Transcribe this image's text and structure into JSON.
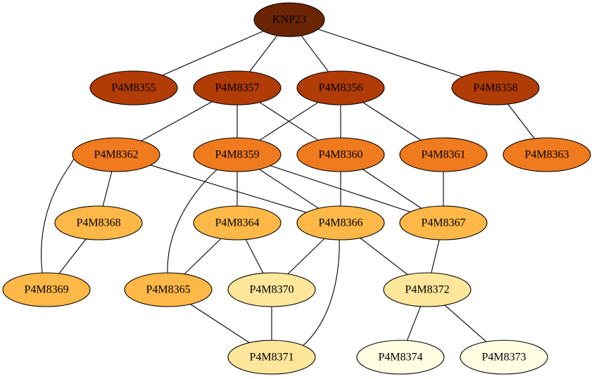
{
  "graph": {
    "palette": {
      "level0": "#6b2505",
      "level1": "#b23c05",
      "level2": "#f07a1e",
      "level3": "#fdb848",
      "level4": "#fee69a",
      "level5": "#fffde2"
    },
    "nodes": [
      {
        "id": "KNP23",
        "label": "KNP23",
        "level": "level0"
      },
      {
        "id": "P4M8355",
        "label": "P4M8355",
        "level": "level1"
      },
      {
        "id": "P4M8357",
        "label": "P4M8357",
        "level": "level1"
      },
      {
        "id": "P4M8356",
        "label": "P4M8356",
        "level": "level1"
      },
      {
        "id": "P4M8358",
        "label": "P4M8358",
        "level": "level1"
      },
      {
        "id": "P4M8362",
        "label": "P4M8362",
        "level": "level2"
      },
      {
        "id": "P4M8359",
        "label": "P4M8359",
        "level": "level2"
      },
      {
        "id": "P4M8360",
        "label": "P4M8360",
        "level": "level2"
      },
      {
        "id": "P4M8361",
        "label": "P4M8361",
        "level": "level2"
      },
      {
        "id": "P4M8363",
        "label": "P4M8363",
        "level": "level2"
      },
      {
        "id": "P4M8368",
        "label": "P4M8368",
        "level": "level3"
      },
      {
        "id": "P4M8364",
        "label": "P4M8364",
        "level": "level3"
      },
      {
        "id": "P4M8366",
        "label": "P4M8366",
        "level": "level3"
      },
      {
        "id": "P4M8367",
        "label": "P4M8367",
        "level": "level3"
      },
      {
        "id": "P4M8369",
        "label": "P4M8369",
        "level": "level3"
      },
      {
        "id": "P4M8365",
        "label": "P4M8365",
        "level": "level3"
      },
      {
        "id": "P4M8370",
        "label": "P4M8370",
        "level": "level4"
      },
      {
        "id": "P4M8372",
        "label": "P4M8372",
        "level": "level4"
      },
      {
        "id": "P4M8371",
        "label": "P4M8371",
        "level": "level4"
      },
      {
        "id": "P4M8374",
        "label": "P4M8374",
        "level": "level5"
      },
      {
        "id": "P4M8373",
        "label": "P4M8373",
        "level": "level5"
      }
    ],
    "edges": [
      {
        "from": "KNP23",
        "to": "P4M8355"
      },
      {
        "from": "KNP23",
        "to": "P4M8357"
      },
      {
        "from": "KNP23",
        "to": "P4M8356"
      },
      {
        "from": "KNP23",
        "to": "P4M8358"
      },
      {
        "from": "P4M8357",
        "to": "P4M8362"
      },
      {
        "from": "P4M8357",
        "to": "P4M8359"
      },
      {
        "from": "P4M8357",
        "to": "P4M8360"
      },
      {
        "from": "P4M8356",
        "to": "P4M8359"
      },
      {
        "from": "P4M8356",
        "to": "P4M8360"
      },
      {
        "from": "P4M8356",
        "to": "P4M8361"
      },
      {
        "from": "P4M8358",
        "to": "P4M8363"
      },
      {
        "from": "P4M8362",
        "to": "P4M8368"
      },
      {
        "from": "P4M8362",
        "to": "P4M8369"
      },
      {
        "from": "P4M8362",
        "to": "P4M8366"
      },
      {
        "from": "P4M8359",
        "to": "P4M8364"
      },
      {
        "from": "P4M8359",
        "to": "P4M8366"
      },
      {
        "from": "P4M8359",
        "to": "P4M8367"
      },
      {
        "from": "P4M8359",
        "to": "P4M8365"
      },
      {
        "from": "P4M8360",
        "to": "P4M8366"
      },
      {
        "from": "P4M8360",
        "to": "P4M8367"
      },
      {
        "from": "P4M8361",
        "to": "P4M8367"
      },
      {
        "from": "P4M8368",
        "to": "P4M8369"
      },
      {
        "from": "P4M8364",
        "to": "P4M8365"
      },
      {
        "from": "P4M8364",
        "to": "P4M8370"
      },
      {
        "from": "P4M8366",
        "to": "P4M8370"
      },
      {
        "from": "P4M8366",
        "to": "P4M8371"
      },
      {
        "from": "P4M8366",
        "to": "P4M8372"
      },
      {
        "from": "P4M8367",
        "to": "P4M8372"
      },
      {
        "from": "P4M8365",
        "to": "P4M8371"
      },
      {
        "from": "P4M8370",
        "to": "P4M8371"
      },
      {
        "from": "P4M8372",
        "to": "P4M8374"
      },
      {
        "from": "P4M8372",
        "to": "P4M8373"
      }
    ]
  }
}
